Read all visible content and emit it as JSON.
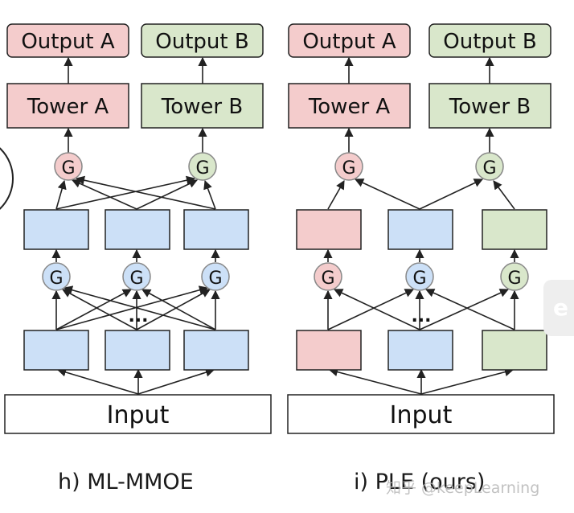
{
  "labels": {
    "output_a": "Output A",
    "output_b": "Output B",
    "tower_a": "Tower A",
    "tower_b": "Tower B",
    "gate": "G",
    "input": "Input",
    "ellipsis": "..."
  },
  "panels": {
    "mmoe": {
      "caption": "h) ML-MMOE"
    },
    "ple": {
      "caption": "i) PLE (ours)"
    }
  },
  "watermark": "知乎 @keepLearning",
  "edge_widget": {
    "icon": "e-logo-icon",
    "glyph": "e"
  },
  "colors": {
    "task_a": "#f4cccc",
    "task_b": "#d9e7cb",
    "shared": "#cce0f7",
    "input": "#ffffff",
    "stroke": "#222222",
    "gate_border": "#888888"
  }
}
